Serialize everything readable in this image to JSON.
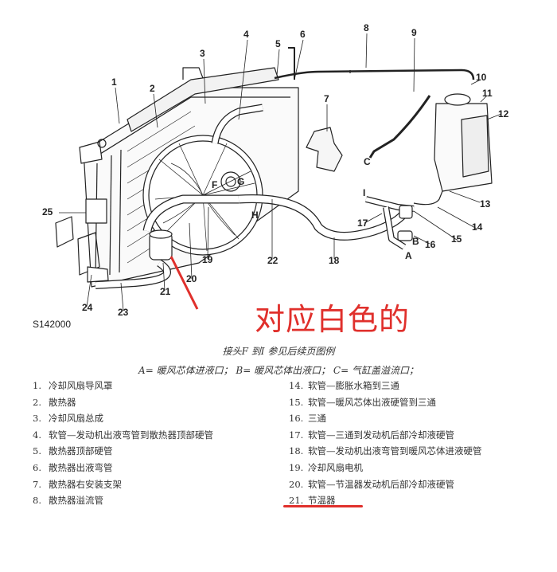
{
  "figure_id": "S142000",
  "annotation_text": "对应白色的",
  "caption_line1": "接头F 到I 参见后续页图例",
  "caption_line2": "A= 暖风芯体进液口； B= 暖风芯体出液口； C= 气缸盖溢流口；",
  "callouts": [
    "1",
    "2",
    "3",
    "4",
    "5",
    "6",
    "7",
    "8",
    "9",
    "10",
    "11",
    "12",
    "13",
    "14",
    "15",
    "16",
    "17",
    "18",
    "19",
    "20",
    "21",
    "22",
    "23",
    "24",
    "25",
    "A",
    "B",
    "C",
    "F",
    "G",
    "H",
    "I"
  ],
  "legend_left": [
    {
      "num": "1.",
      "text": "冷却风扇导风罩"
    },
    {
      "num": "2.",
      "text": "散热器"
    },
    {
      "num": "3.",
      "text": "冷却风扇总成"
    },
    {
      "num": "4.",
      "text": "软管—发动机出液弯管到散热器顶部硬管"
    },
    {
      "num": "5.",
      "text": "散热器顶部硬管"
    },
    {
      "num": "6.",
      "text": "散热器出液弯管"
    },
    {
      "num": "7.",
      "text": "散热器右安装支架"
    },
    {
      "num": "8.",
      "text": "散热器溢流管"
    }
  ],
  "legend_right": [
    {
      "num": "14.",
      "text": "软管—膨胀水箱到三通"
    },
    {
      "num": "15.",
      "text": "软管—暖风芯体出液硬管到三通"
    },
    {
      "num": "16.",
      "text": "三通"
    },
    {
      "num": "17.",
      "text": "软管—三通到发动机后部冷却液硬管"
    },
    {
      "num": "18.",
      "text": "软管—发动机出液弯管到暖风芯体进液硬管"
    },
    {
      "num": "19.",
      "text": "冷却风扇电机"
    },
    {
      "num": "20.",
      "text": "软管—节温器发动机后部冷却液硬管"
    },
    {
      "num": "21.",
      "text": "节温器"
    }
  ],
  "colors": {
    "annotation": "#e0302c",
    "line": "#222222"
  }
}
